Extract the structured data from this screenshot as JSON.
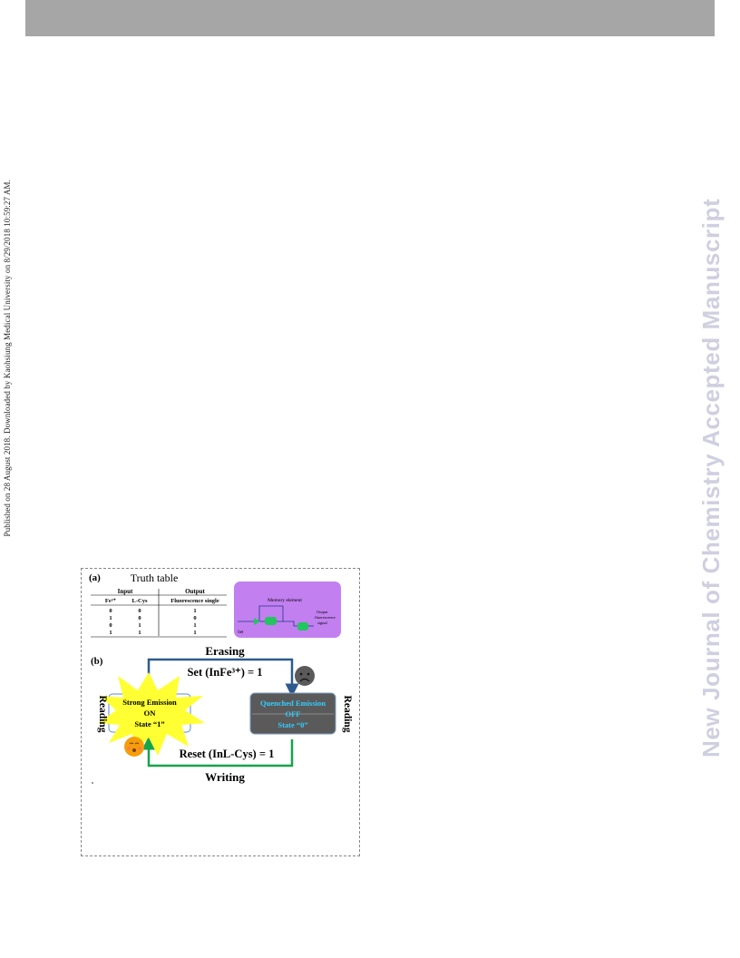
{
  "published_line": "Published on 28 August 2018. Downloaded by Kaohsiung Medical University on 8/29/2018 10:59:27 AM.",
  "journal_watermark": "New Journal of Chemistry Accepted Manuscript",
  "figure": {
    "panel_a_label": "(a)",
    "truth_table": {
      "title": "Truth table",
      "input_header": "Input",
      "output_header": "Output",
      "col_fe": "Fe³⁺",
      "col_cys": "L-Cys",
      "col_out": "Fluorescence single",
      "rows": [
        [
          "0",
          "0",
          "1"
        ],
        [
          "1",
          "0",
          "0"
        ],
        [
          "0",
          "1",
          "1"
        ],
        [
          "1",
          "1",
          "1"
        ]
      ]
    },
    "circuit": {
      "memory_label": "Memory element",
      "output_label_1": "Output",
      "output_label_2": "fluorescence",
      "output_label_3": "signal",
      "set_label": "Set"
    },
    "panel_b_label": "(b)",
    "cycle": {
      "erasing": "Erasing",
      "writing": "Writing",
      "set_eq": "Set (InFe³⁺) = 1",
      "reset_eq": "Reset (InL-Cys) = 1",
      "reading_left": "Reading",
      "reading_right": "Reading",
      "on_state_line1": "Strong Emission",
      "on_state_line2": "ON",
      "on_state_line3": "State “1”",
      "off_state_line1": "Quenched Emission",
      "off_state_line2": "OFF",
      "off_state_line3": "State “0”"
    },
    "colors": {
      "circuit_bg": "#c27ff0",
      "burst": "#ffff33",
      "off_box": "#5a5a5a",
      "off_text": "#33ccff",
      "erasing_arrow": "#2e5a8e",
      "writing_arrow": "#17a34a"
    }
  }
}
